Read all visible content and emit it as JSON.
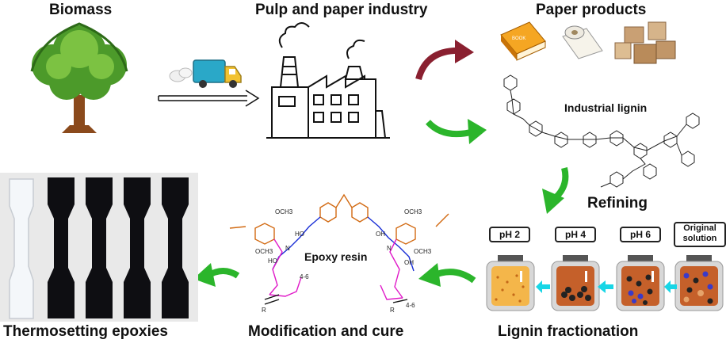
{
  "labels": {
    "biomass": "Biomass",
    "pulp": "Pulp and paper industry",
    "paper_products": "Paper products",
    "industrial_lignin": "Industrial lignin",
    "refining": "Refining",
    "epoxy_resin": "Epoxy resin",
    "thermosetting": "Thermosetting epoxies",
    "modification": "Modification and cure",
    "fractionation": "Lignin fractionation"
  },
  "jars": [
    {
      "label": "pH 2"
    },
    {
      "label": "pH 4"
    },
    {
      "label": "pH 6"
    },
    {
      "label_line1": "Original",
      "label_line2": "solution"
    }
  ],
  "structure_text": {
    "och3_a": "OCH3",
    "och3_b": "OCH3",
    "och3_c": "OCH3",
    "och3_d": "OCH3",
    "ho_a": "HO",
    "ho_b": "HO",
    "ho_c": "OH",
    "ho_d": "OH",
    "n_a": "N",
    "n_b": "N",
    "r_a": "R",
    "r_b": "R",
    "sub_a": "4-6",
    "sub_b": "4-6",
    "box_text": "BOOK"
  },
  "colors": {
    "green_arrow": "#2bb52b",
    "red_arrow": "#8a2030",
    "cyan_arrow": "#18d6e6",
    "jar_amber": "#f4b64a",
    "jar_rust": "#c5602a",
    "magenta": "#e019c8",
    "blue_chain": "#1a2fd6",
    "orange_ring": "#d26a12"
  }
}
